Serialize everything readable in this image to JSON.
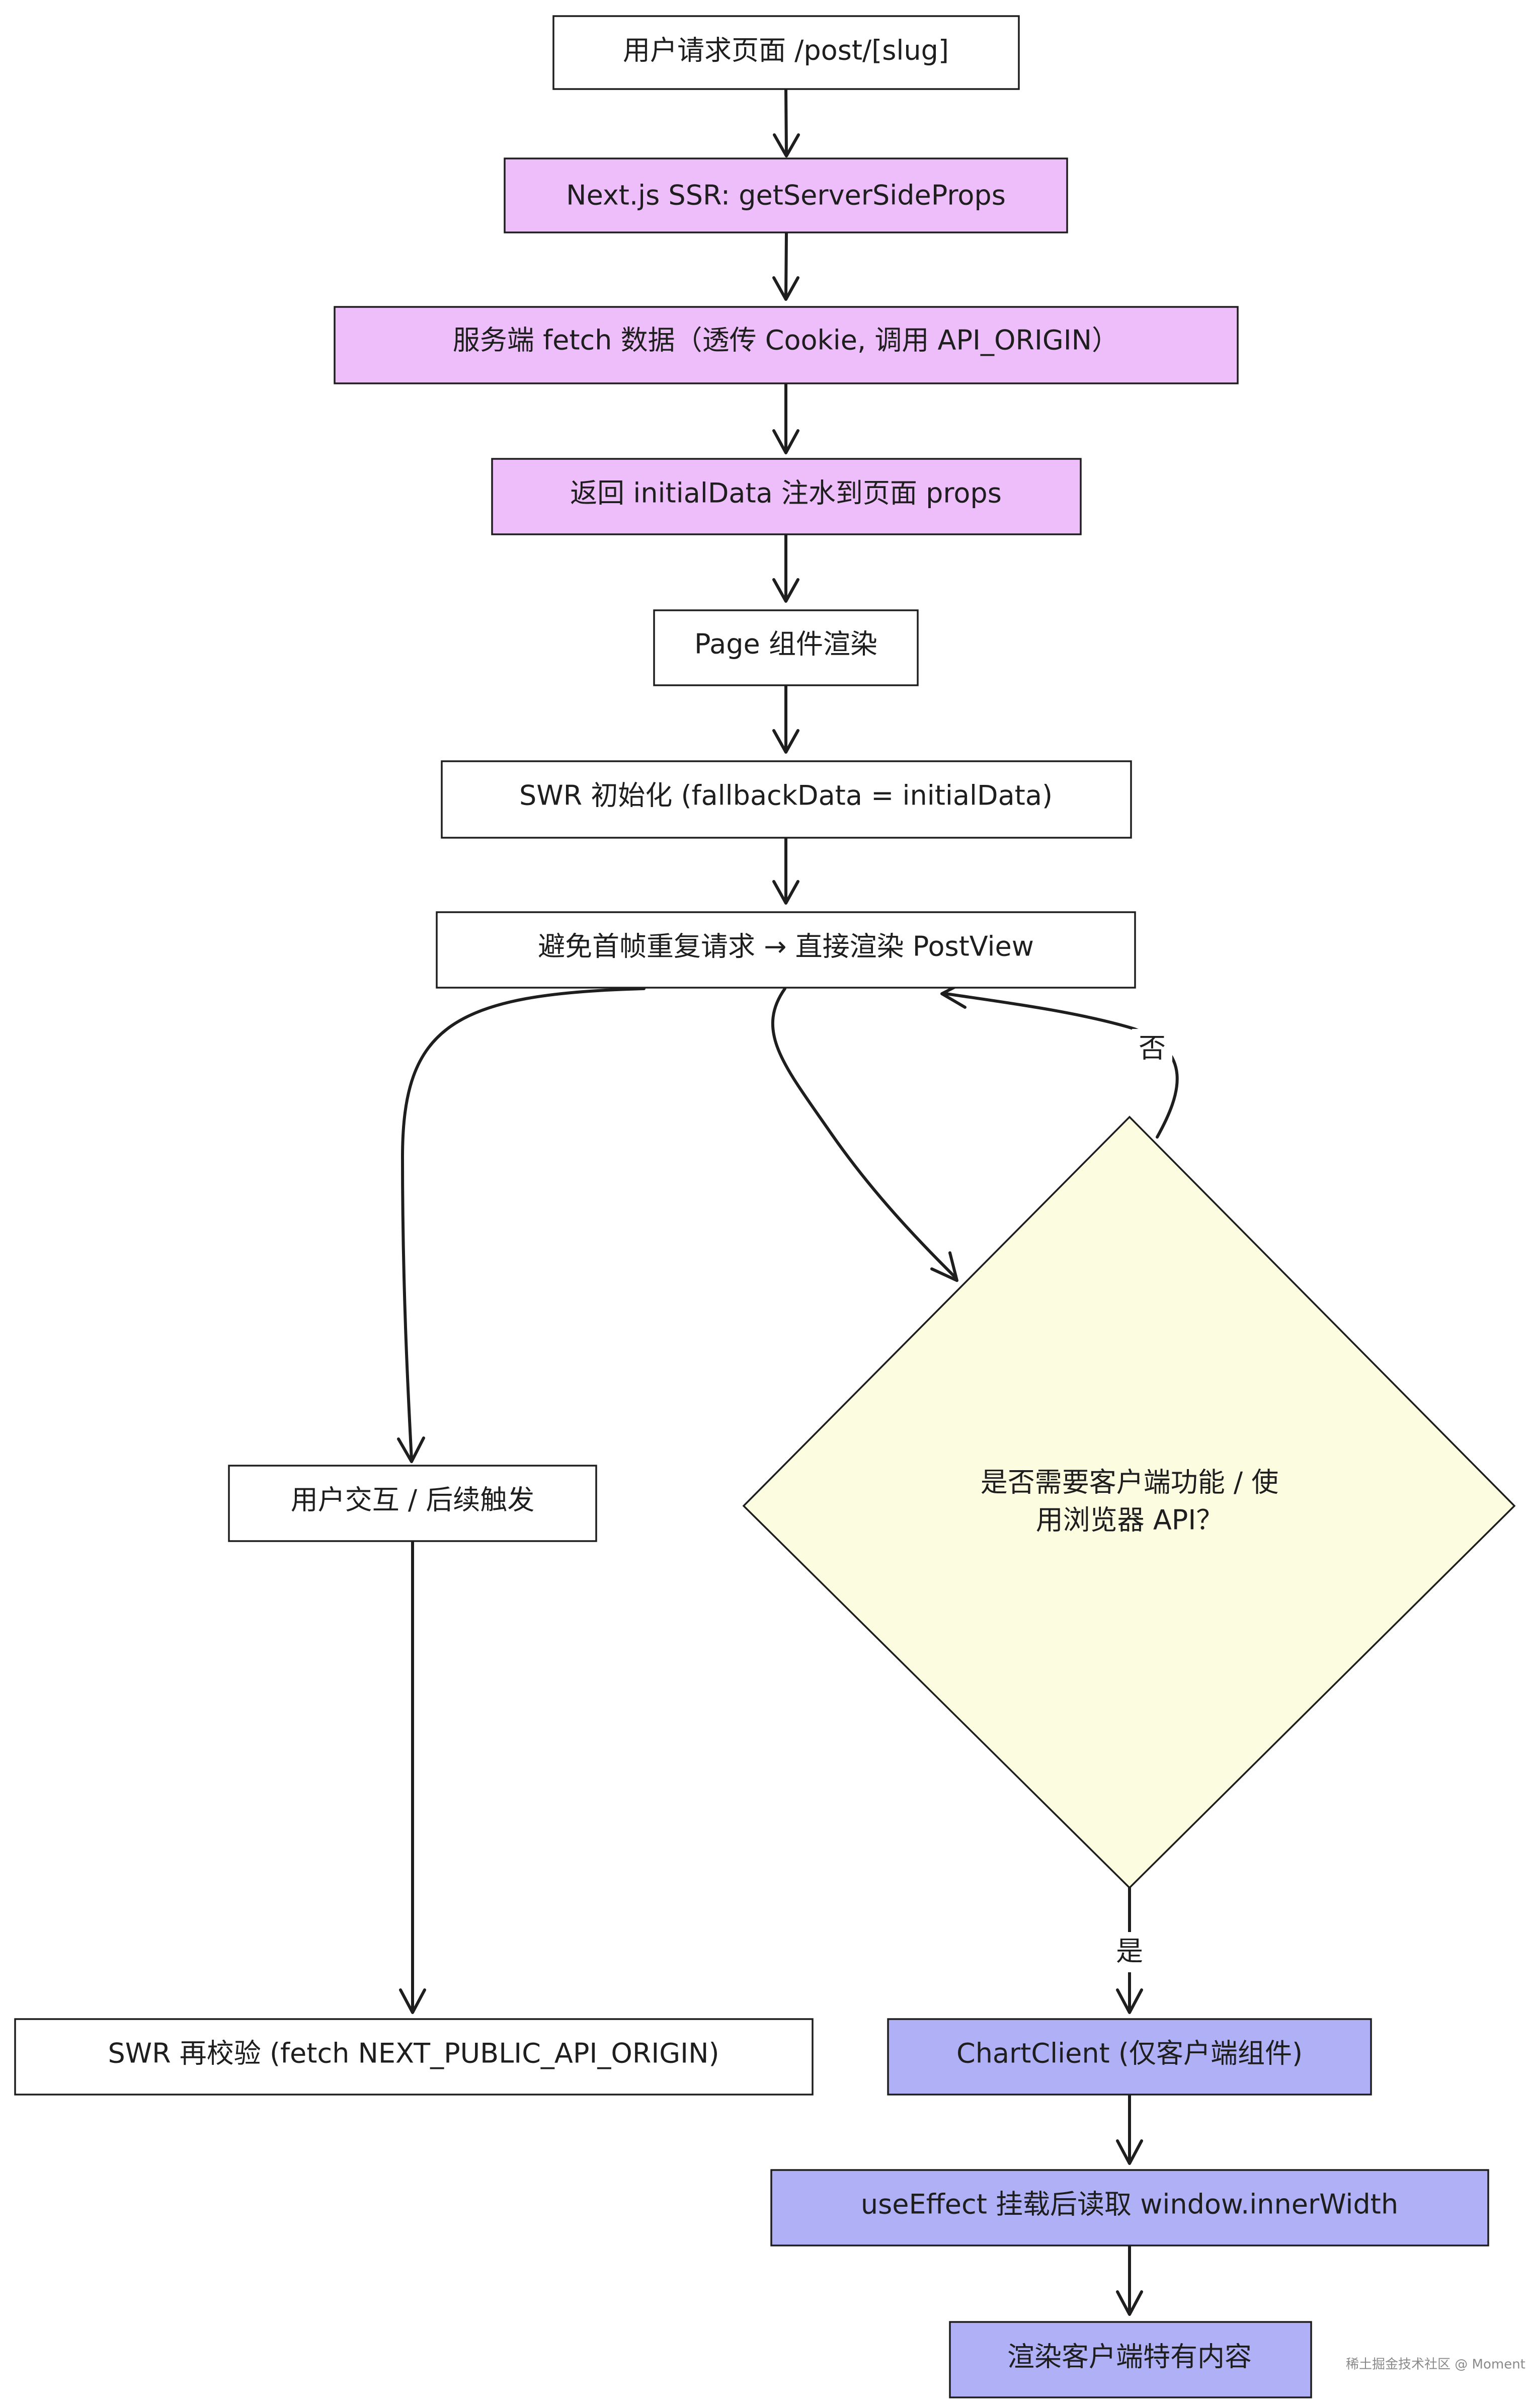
{
  "colors": {
    "white": "#ffffff",
    "pink": "#eebefa",
    "blue": "#b0b0f7",
    "yellow": "#fcfce0",
    "stroke": "#1e1e1e"
  },
  "nodes": {
    "request": "用户请求页面 /post/[slug]",
    "ssr": "Next.js SSR: getServerSideProps",
    "server_fetch": "服务端 fetch 数据（透传 Cookie, 调用 API_ORIGIN）",
    "return_initial": "返回 initialData 注水到页面 props",
    "page_render": "Page 组件渲染",
    "swr_init": "SWR 初始化 (fallbackData = initialData)",
    "avoid_duplicate": "避免首帧重复请求 → 直接渲染 PostView",
    "decision_line1": "是否需要客户端功能 / 使",
    "decision_line2": "用浏览器 API？",
    "user_interaction": "用户交互 / 后续触发",
    "swr_revalidate": "SWR 再校验 (fetch NEXT_PUBLIC_API_ORIGIN)",
    "chart_client": "ChartClient (仅客户端组件)",
    "use_effect": "useEffect 挂载后读取 window.innerWidth",
    "render_client": "渲染客户端特有内容"
  },
  "edge_labels": {
    "no": "否",
    "yes": "是"
  },
  "watermark": "稀土掘金技术社区 @ Moment"
}
